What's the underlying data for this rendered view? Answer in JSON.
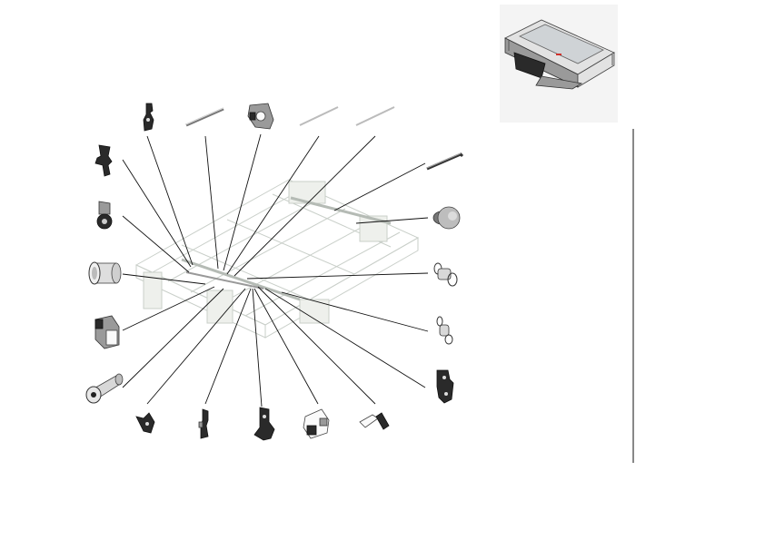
{
  "document": {
    "type": "exploded parts diagram",
    "colors": {
      "background": "#ffffff",
      "line": "#111111",
      "assembly": "#c9cfc9",
      "part_dark": "#2a2a2a",
      "accent": "#d0302a"
    },
    "overview_image": {
      "icon": "assembly-overview-icon"
    },
    "parts": [
      {
        "name": "lever-bracket",
        "icon": "lever-bracket-icon"
      },
      {
        "name": "short-rod",
        "icon": "rod-icon"
      },
      {
        "name": "gear-housing",
        "icon": "gear-housing-icon"
      },
      {
        "name": "thin-shaft-1",
        "icon": "shaft-icon"
      },
      {
        "name": "thin-shaft-2",
        "icon": "shaft-icon"
      },
      {
        "name": "hooked-rod",
        "icon": "hooked-rod-icon"
      },
      {
        "name": "knob",
        "icon": "knob-icon"
      },
      {
        "name": "spring-1",
        "icon": "spring-icon"
      },
      {
        "name": "spring-2",
        "icon": "spring-icon"
      },
      {
        "name": "side-plate-right",
        "icon": "side-plate-icon"
      },
      {
        "name": "arm-bracket",
        "icon": "arm-bracket-icon"
      },
      {
        "name": "clutch-assembly",
        "icon": "clutch-icon"
      },
      {
        "name": "roller",
        "icon": "roller-icon"
      },
      {
        "name": "solenoid",
        "icon": "solenoid-icon"
      },
      {
        "name": "bushing",
        "icon": "bushing-icon"
      },
      {
        "name": "cam-lever",
        "icon": "cam-lever-icon"
      },
      {
        "name": "narrow-bracket",
        "icon": "narrow-bracket-icon"
      },
      {
        "name": "latch",
        "icon": "latch-icon"
      },
      {
        "name": "clip-bracket",
        "icon": "clip-icon"
      },
      {
        "name": "angle-bracket",
        "icon": "angle-bracket-icon"
      }
    ]
  }
}
